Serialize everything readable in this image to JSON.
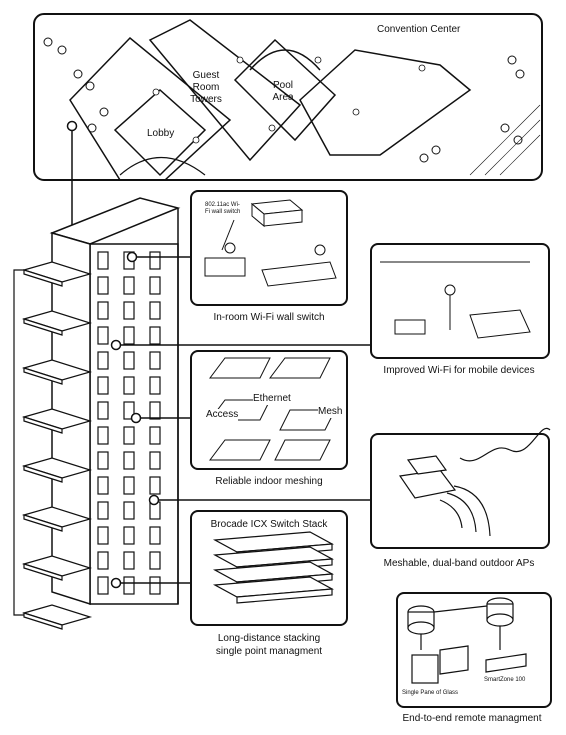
{
  "campus_map": {
    "convention_center": "Convention Center",
    "guest_room_towers": "Guest Room Towers",
    "pool_area": "Pool Area",
    "lobby": "Lobby"
  },
  "panels": {
    "wall_switch": {
      "caption": "In-room Wi-Fi wall switch",
      "device_label": "802.11ac Wi-Fi wall switch"
    },
    "mobile": {
      "caption": "Improved Wi-Fi for mobile devices"
    },
    "meshing": {
      "caption": "Reliable indoor meshing",
      "access": "Access",
      "ethernet": "Ethernet",
      "mesh": "Mesh"
    },
    "outdoor": {
      "caption": "Meshable, dual-band outdoor APs"
    },
    "stack": {
      "title": "Brocade ICX Switch Stack",
      "caption_line1": "Long-distance stacking",
      "caption_line2": "single point managment"
    },
    "remote": {
      "caption": "End-to-end remote managment",
      "single_pane": "Single Pane of Glass",
      "smartzone": "SmartZone 100"
    }
  }
}
